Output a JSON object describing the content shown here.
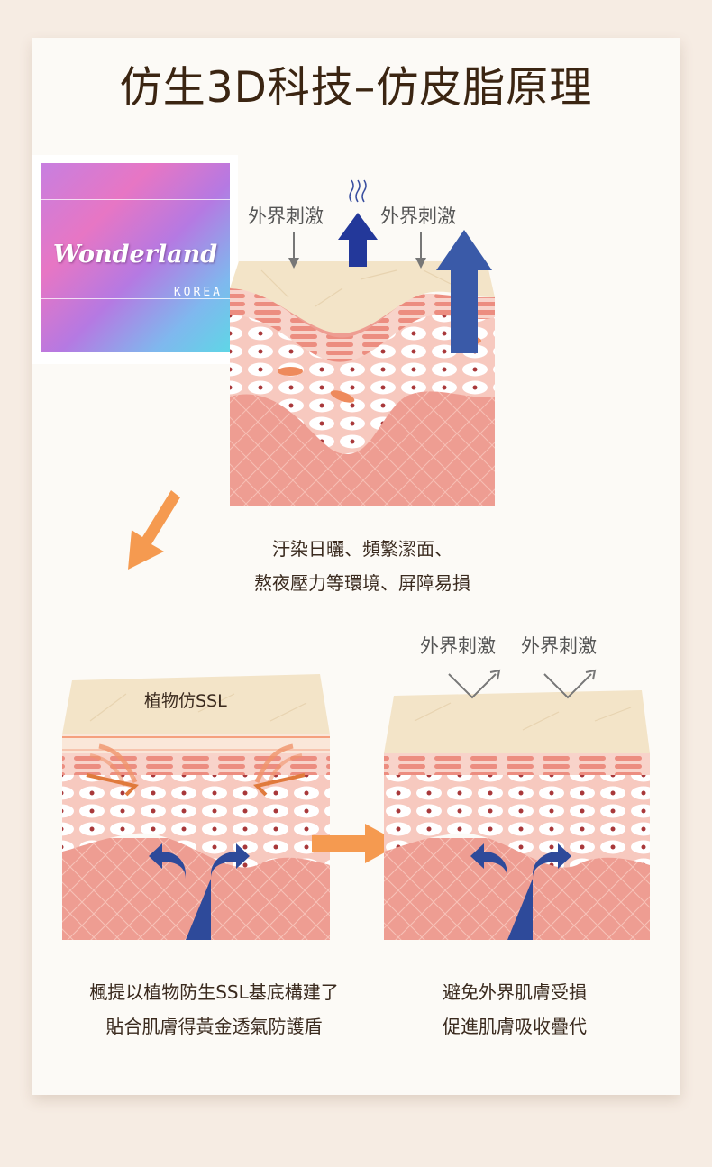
{
  "title": "仿生3D科技–仿皮脂原理",
  "logo": {
    "text": "Wonderland",
    "sub": "KOREA"
  },
  "top_panel": {
    "label_left": "外界刺激",
    "label_right": "外界刺激",
    "caption": [
      "汙染日曬、頻繁潔面、",
      "熬夜壓力等環境、屏障易損"
    ]
  },
  "bottom_left": {
    "layer_label": "植物仿SSL",
    "caption": [
      "楓提以植物防生SSL基底構建了",
      "貼合肌膚得黃金透氣防護盾"
    ]
  },
  "bottom_right": {
    "label_left": "外界刺激",
    "label_right": "外界刺激",
    "caption": [
      "避免外界肌膚受損",
      "促進肌膚吸收疊代"
    ]
  },
  "colors": {
    "skin_surface": "#f3e4c8",
    "epidermis": "#f7c9bf",
    "dermis": "#ee9d92",
    "blue_arrow": "#2e4a9a",
    "orange_arrow": "#f59a50"
  }
}
